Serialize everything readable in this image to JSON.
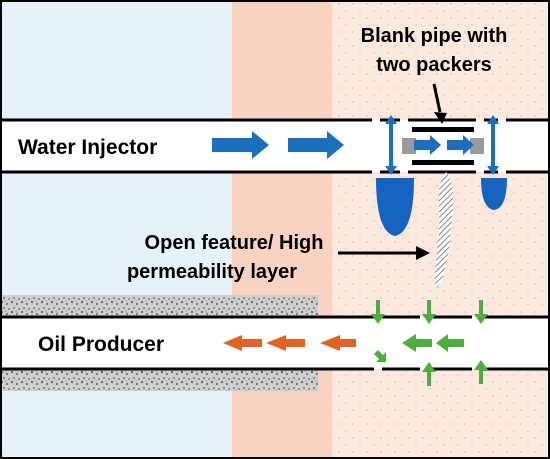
{
  "labels": {
    "water_injector": "Water Injector",
    "oil_producer": "Oil Producer",
    "blank_pipe_line1": "Blank pipe with",
    "blank_pipe_line2": "two packers",
    "open_feature_line1": "Open feature/ High",
    "open_feature_line2": "permeability layer"
  },
  "colors": {
    "left_formation": "#e7f1f8",
    "middle_formation": "#f9d3c1",
    "right_formation": "#fbe9df",
    "water_arrow": "#1a6fbf",
    "oil_arrow": "#e4621f",
    "flow_arrow": "#4caf3c",
    "water_blob": "#1565c0",
    "packer": "#9a9a9a",
    "outline": "#000000"
  },
  "icons": {
    "injection_flow": "arrow-right-icon",
    "production_flow": "arrow-left-icon",
    "packer_flow": "arrow-vertical-icon"
  }
}
